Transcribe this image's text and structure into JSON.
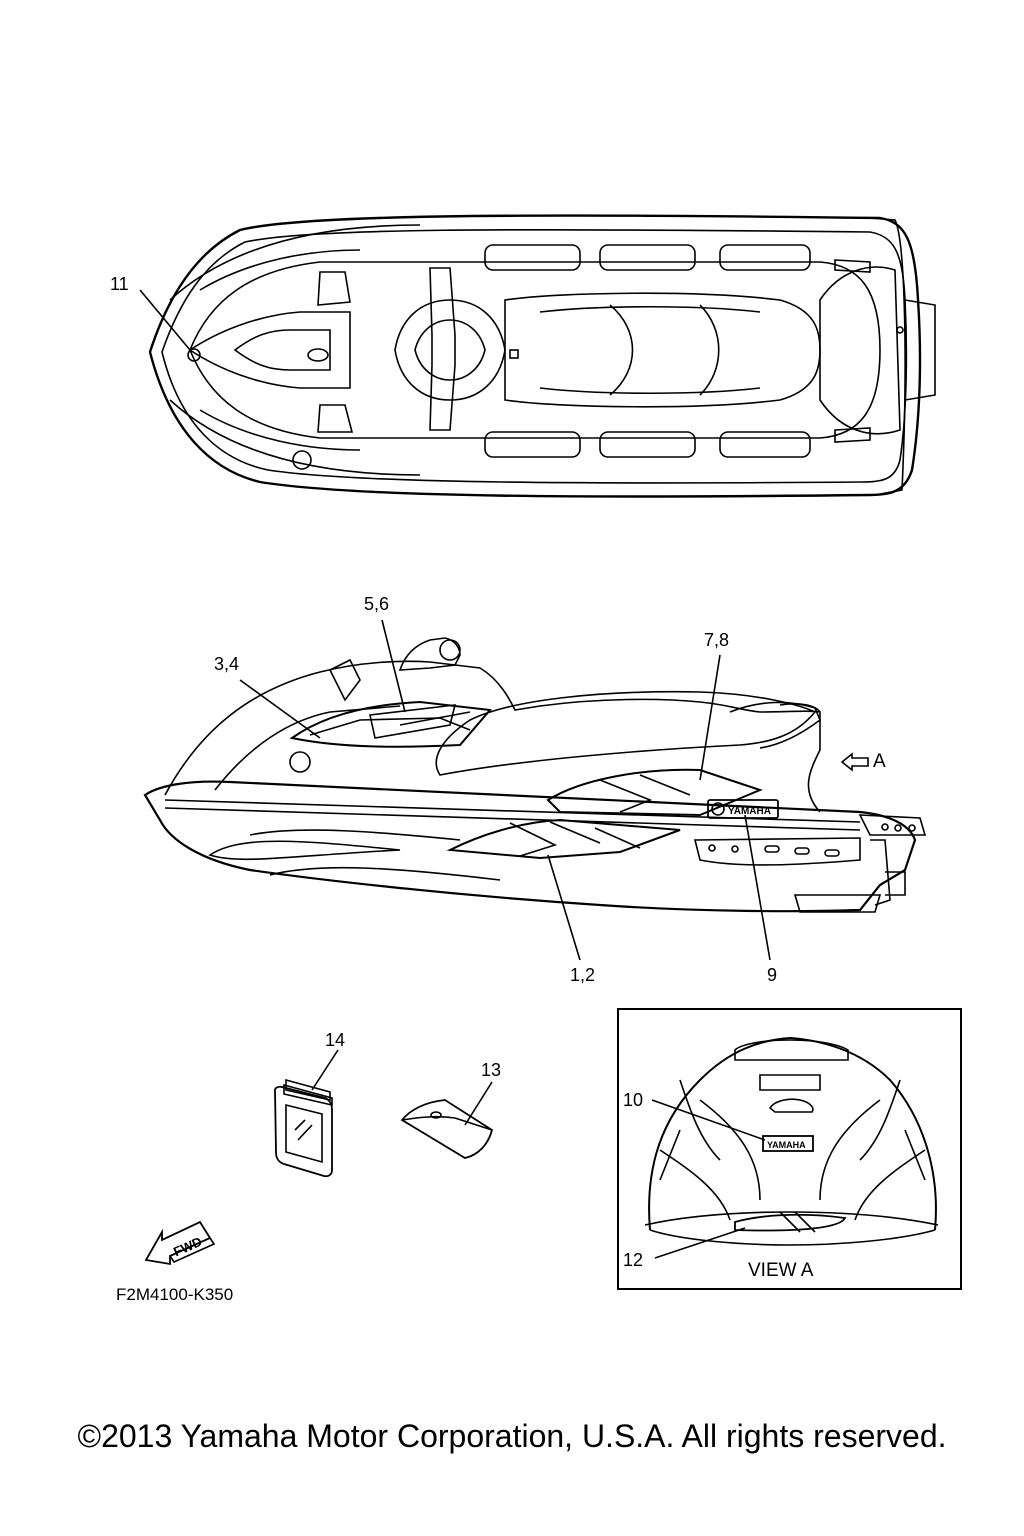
{
  "callouts": {
    "c11": "11",
    "c56": "5,6",
    "c34": "3,4",
    "c78": "7,8",
    "c12_side": "1,2",
    "c9": "9",
    "c14": "14",
    "c13": "13",
    "c10": "10",
    "c12": "12"
  },
  "view_marker": "A",
  "view_title": "VIEW A",
  "fwd_label": "FWD",
  "brand_decal": "YAMAHA",
  "drawing_code": "F2M4100-K350",
  "copyright": "©2013 Yamaha Motor Corporation, U.S.A. All rights reserved."
}
